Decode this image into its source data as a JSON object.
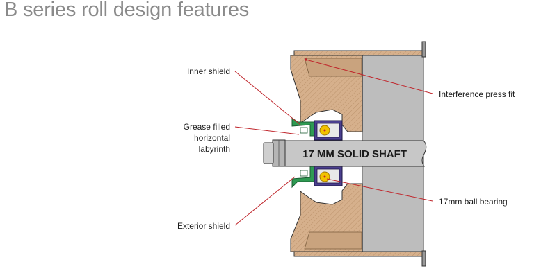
{
  "title": "B series roll design features",
  "labels": {
    "inner_shield": "Inner shield",
    "grease_line1": "Grease filled",
    "grease_line2": "horizontal",
    "grease_line3": "labyrinth",
    "exterior_shield": "Exterior shield",
    "interference_fit": "Interference press fit",
    "ball_bearing": "17mm ball bearing",
    "shaft": "17 MM SOLID SHAFT"
  },
  "colors": {
    "title": "#8a8a8a",
    "leader": "#c0272d",
    "housing": "#d6b08c",
    "tube": "#bdbdbd",
    "seal": "#2e9a52",
    "bearing": "#4b3f8f",
    "ball": "#f2c200",
    "shaft": "#c7c7c7"
  }
}
